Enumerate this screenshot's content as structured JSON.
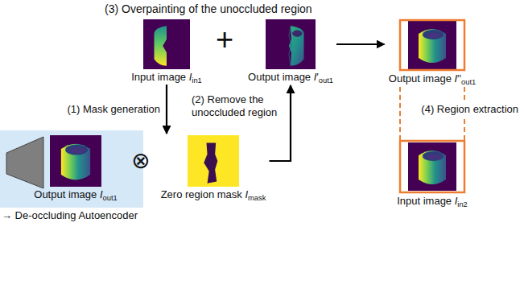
{
  "diagram": {
    "title": "(3) Overpainting of the unoccluded region",
    "nodes": [
      {
        "text": [
          "Input image Iin1"
        ]
      },
      {
        "text": [
          "Output image I′out1"
        ]
      },
      {
        "text": [
          "Output image I′′out1"
        ]
      },
      {
        "text": [
          "→ De-occluding Autoencoder"
        ]
      },
      {
        "text": [
          "Output image Iout1"
        ],
        "in": 3
      },
      {
        "text": [
          "Zero region mask Imask"
        ]
      },
      {
        "text": [
          "Input image Iin2"
        ]
      }
    ],
    "edges": [
      {
        "from": 0,
        "to": 5,
        "arrow": "to",
        "label": "(1) Mask generation"
      },
      {
        "from": 5,
        "to": 1,
        "arrow": "to",
        "label": "(2) Remove the unoccluded region"
      },
      {
        "from": 1,
        "to": 2,
        "arrow": "to"
      },
      {
        "from": 2,
        "to": 6,
        "arrow": "none",
        "label": "(4) Region extraction"
      }
    ],
    "labels": [
      "+",
      "⊗"
    ]
  }
}
